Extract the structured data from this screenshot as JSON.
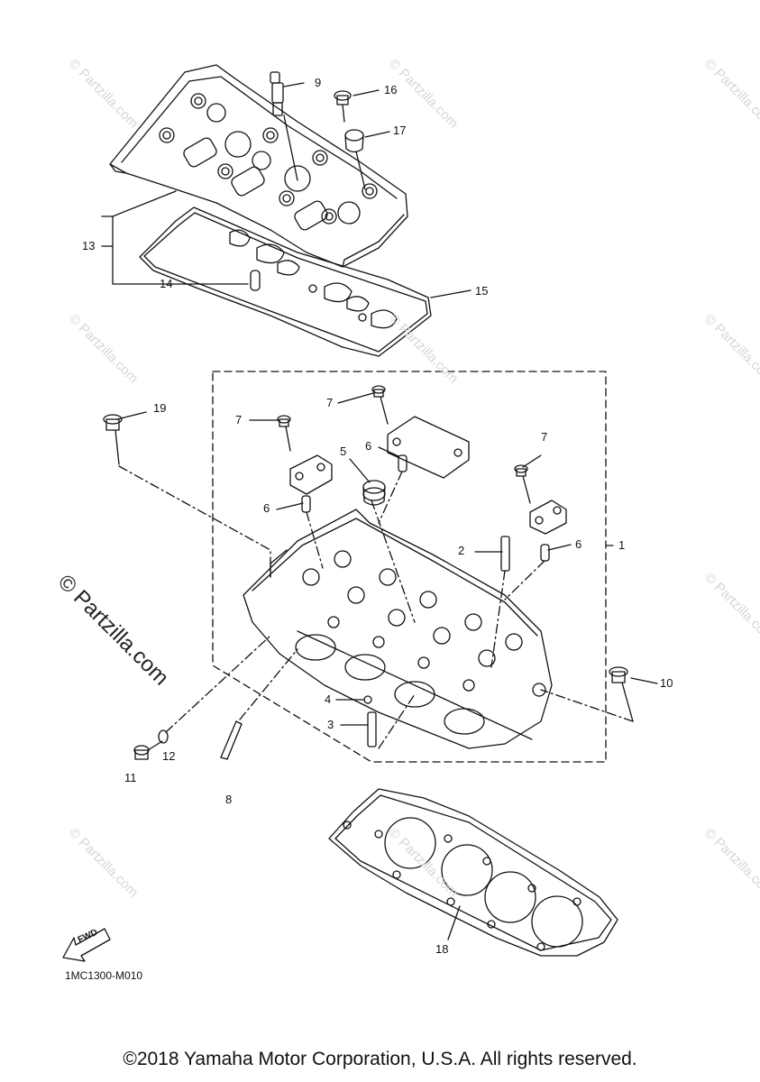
{
  "diagram": {
    "callouts": [
      {
        "id": "1",
        "label": "1"
      },
      {
        "id": "2",
        "label": "2"
      },
      {
        "id": "3",
        "label": "3"
      },
      {
        "id": "4",
        "label": "4"
      },
      {
        "id": "5",
        "label": "5"
      },
      {
        "id": "6a",
        "label": "6"
      },
      {
        "id": "6b",
        "label": "6"
      },
      {
        "id": "6c",
        "label": "6"
      },
      {
        "id": "7a",
        "label": "7"
      },
      {
        "id": "7b",
        "label": "7"
      },
      {
        "id": "7c",
        "label": "7"
      },
      {
        "id": "8",
        "label": "8"
      },
      {
        "id": "9",
        "label": "9"
      },
      {
        "id": "10",
        "label": "10"
      },
      {
        "id": "11",
        "label": "11"
      },
      {
        "id": "12",
        "label": "12"
      },
      {
        "id": "13",
        "label": "13"
      },
      {
        "id": "14",
        "label": "14"
      },
      {
        "id": "15",
        "label": "15"
      },
      {
        "id": "16",
        "label": "16"
      },
      {
        "id": "17",
        "label": "17"
      },
      {
        "id": "18",
        "label": "18"
      },
      {
        "id": "19",
        "label": "19"
      }
    ],
    "fwd_label": "FWD",
    "diagram_code": "1MC1300-M010",
    "watermark_text": "© Partzilla.com",
    "copyright": "©2018 Yamaha Motor Corporation, U.S.A. All rights reserved."
  }
}
